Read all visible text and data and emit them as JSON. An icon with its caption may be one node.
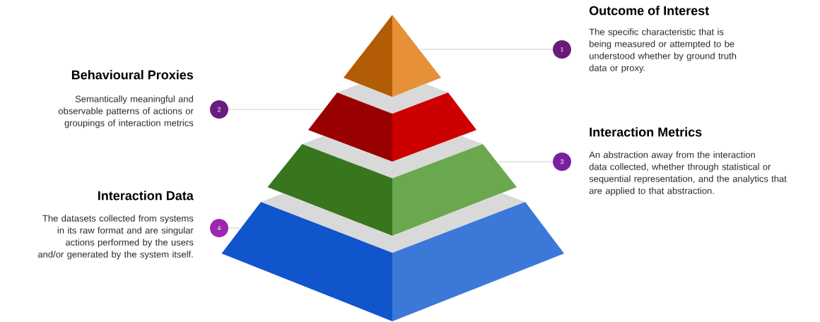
{
  "diagram": {
    "nodes": [
      {
        "text": [],
        "shape": "triangle"
      },
      {
        "text": [],
        "shape": "trapezoid"
      },
      {
        "text": [],
        "shape": "trapezoid"
      },
      {
        "text": [],
        "shape": "trapezoid"
      },
      {
        "text": [
          "1"
        ],
        "beside": [
          "Outcome of Interest",
          "The specific characteristic that is being measured or attempted to be understood whether by ground truth data or proxy."
        ]
      },
      {
        "text": [
          "2"
        ],
        "beside": [
          "Behavioural Proxies",
          "Semantically meaningful and observable patterns of actions or groupings of interaction metrics"
        ]
      },
      {
        "text": [
          "3"
        ],
        "beside": [
          "Interaction Metrics",
          "An abstraction away from the interaction data collected, whether through statistical or sequential representation, and the analytics that are applied to that abstraction."
        ]
      },
      {
        "text": [
          "4"
        ],
        "beside": [
          "Interaction Data",
          "The datasets collected from systems in its raw format and are singular actions performed by the users and/or generated by the system itself."
        ]
      }
    ],
    "edges": [
      {
        "from": 4,
        "to": 0,
        "arrow": "none"
      },
      {
        "from": 5,
        "to": 1,
        "arrow": "none"
      },
      {
        "from": 6,
        "to": 2,
        "arrow": "none"
      },
      {
        "from": 7,
        "to": 3,
        "arrow": "none"
      }
    ]
  }
}
